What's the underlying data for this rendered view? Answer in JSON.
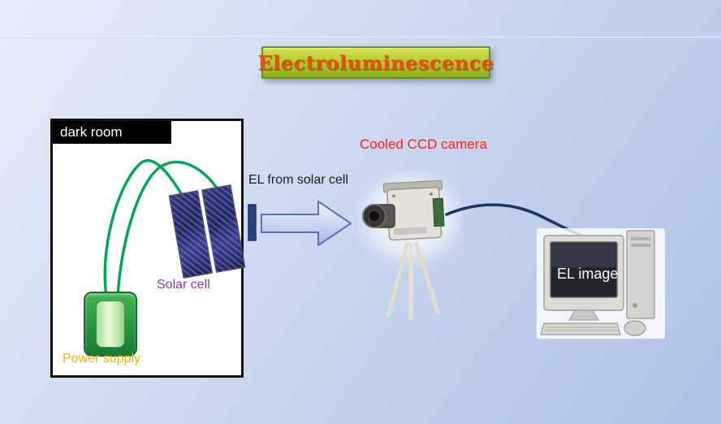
{
  "slide": {
    "title": "Electroluminescence"
  },
  "dark_room": {
    "label": "dark room",
    "solar_cell_label": "Solar cell",
    "power_supply_label": "Power supply"
  },
  "beam": {
    "label": "EL from solar cell"
  },
  "camera": {
    "label": "Cooled CCD camera"
  },
  "computer": {
    "screen_label": "EL image"
  },
  "colors": {
    "background_top": "#e6edf8",
    "background_bottom": "#b0c1e6",
    "title_text": "#e8500f",
    "title_box_top": "#d8e354",
    "title_box_bottom": "#8fb020",
    "title_box_border": "#6b8f1f",
    "dark_room_border": "#111111",
    "dark_room_header_bg": "#000000",
    "dark_room_header_text": "#ffffff",
    "wire_green": "#00a651",
    "solar_label": "#7a3fa8",
    "power_label": "#f0b400",
    "power_supply_green": "#259040",
    "arrow_fill": "#c9d4f0",
    "arrow_border": "#5a71b5",
    "camera_label": "#ff1f1f",
    "cable_navy": "#1c3667",
    "screen_text": "#ffffff"
  }
}
